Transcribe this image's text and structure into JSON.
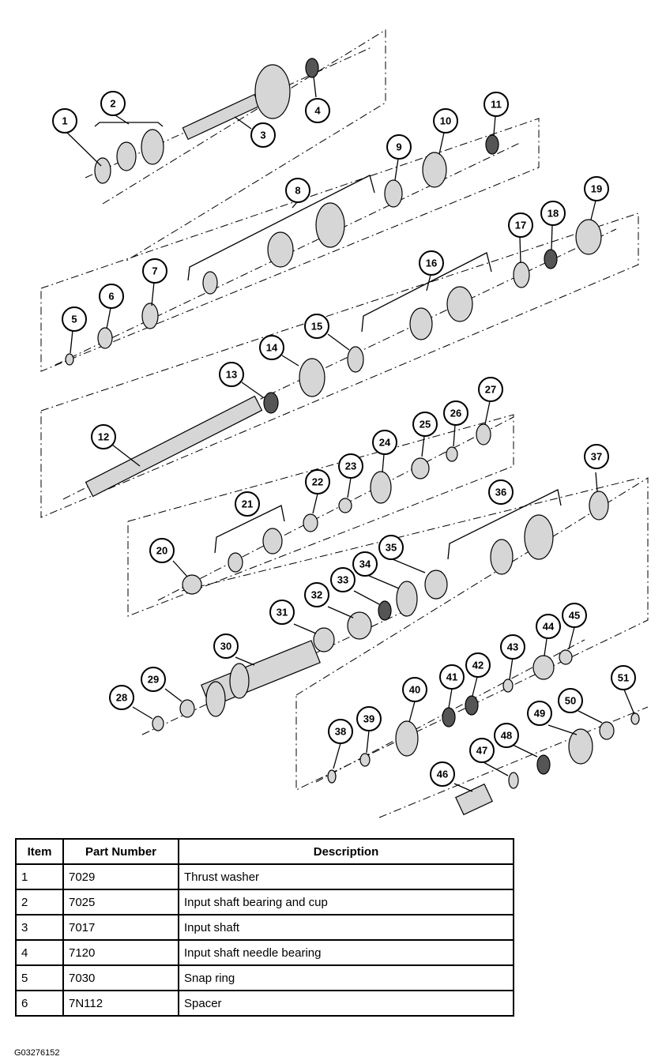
{
  "diagram": {
    "callouts": [
      "1",
      "2",
      "3",
      "4",
      "5",
      "6",
      "7",
      "8",
      "9",
      "10",
      "11",
      "12",
      "13",
      "14",
      "15",
      "16",
      "17",
      "18",
      "19",
      "20",
      "21",
      "22",
      "23",
      "24",
      "25",
      "26",
      "27",
      "28",
      "29",
      "30",
      "31",
      "32",
      "33",
      "34",
      "35",
      "36",
      "37",
      "38",
      "39",
      "40",
      "41",
      "42",
      "43",
      "44",
      "45",
      "46",
      "47",
      "48",
      "49",
      "50",
      "51"
    ]
  },
  "table": {
    "headers": {
      "item": "Item",
      "part_number": "Part Number",
      "description": "Description"
    },
    "rows": [
      {
        "item": "1",
        "part_number": "7029",
        "description": "Thrust washer"
      },
      {
        "item": "2",
        "part_number": "7025",
        "description": "Input shaft bearing and cup"
      },
      {
        "item": "3",
        "part_number": "7017",
        "description": "Input shaft"
      },
      {
        "item": "4",
        "part_number": "7120",
        "description": "Input shaft needle bearing"
      },
      {
        "item": "5",
        "part_number": "7030",
        "description": "Snap ring"
      },
      {
        "item": "6",
        "part_number": "7N112",
        "description": "Spacer"
      }
    ]
  },
  "figure_id": "G03276152"
}
